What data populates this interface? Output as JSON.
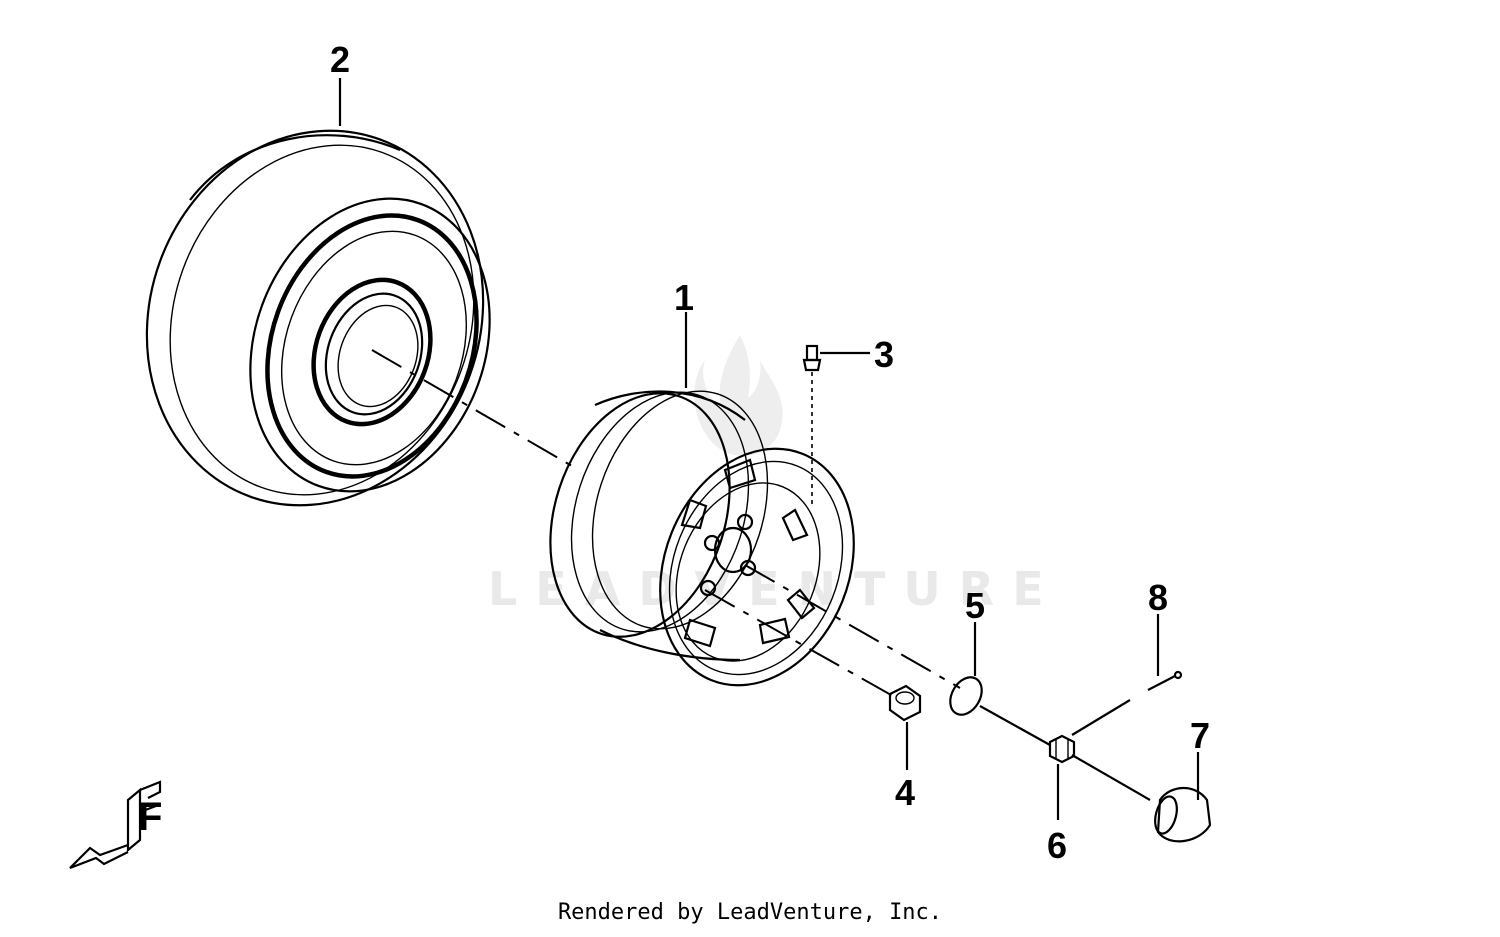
{
  "diagram": {
    "callouts": [
      {
        "id": "1",
        "label": "1"
      },
      {
        "id": "2",
        "label": "2"
      },
      {
        "id": "3",
        "label": "3"
      },
      {
        "id": "4",
        "label": "4"
      },
      {
        "id": "5",
        "label": "5"
      },
      {
        "id": "6",
        "label": "6"
      },
      {
        "id": "7",
        "label": "7"
      },
      {
        "id": "8",
        "label": "8"
      }
    ],
    "front_marker": "F",
    "watermark": "LEADVENTURE"
  },
  "footer": {
    "credit": "Rendered by LeadVenture, Inc."
  }
}
